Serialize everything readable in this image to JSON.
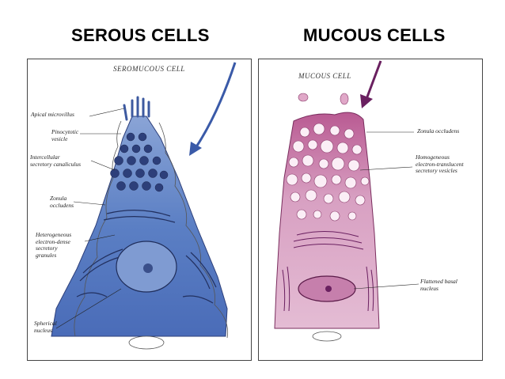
{
  "headings": {
    "left": "SEROUS CELLS",
    "right": "MUCOUS CELLS"
  },
  "serous": {
    "title": "SEROMUCOUS CELL",
    "labels": [
      "Apical microvillus",
      "Pinocytotic\nvesicle",
      "Intercellular\nsecretory canaliculus",
      "Zonula\noccludens",
      "Heterogeneous\nelectron-dense\nsecretory\ngranules",
      "Spherical\nnucleus"
    ]
  },
  "mucous": {
    "title": "MUCOUS CELL",
    "labels": [
      "Zonula occludens",
      "Homogeneous\nelectron-translucent\nsecretory vesicles",
      "Flattened basal\nnucleus"
    ]
  },
  "colors": {
    "serous_fill": "#5b7fc4",
    "serous_dark": "#2d3f7a",
    "mucous_fill": "#d8a0c2",
    "mucous_dark": "#8a3a6a",
    "arrow_blue": "#3a5aa8",
    "arrow_purple": "#6a2060"
  }
}
